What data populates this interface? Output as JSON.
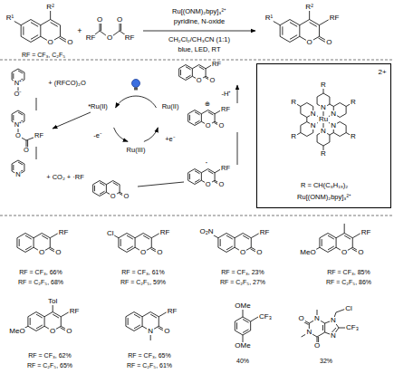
{
  "diagram": {
    "nodes": [
      {
        "text": [
          "2+",
          "R = CH(C₈H₁₉)₂",
          "Ru[(ONM)₂bpy]₃²⁺"
        ]
      }
    ],
    "labels": [
      "R¹",
      "R²",
      "O",
      "O",
      "RF = CF₃, C₂F₅",
      "+",
      "RF",
      "O",
      "O",
      "O",
      "RF",
      "Ru[(ONM)₂bpy]₃²⁺",
      "pyridine, N-oxide",
      "CH₂Cl₂/CH₃CN (1:1)",
      "blue, LED, RT",
      "R¹",
      "R²",
      "RF",
      "O",
      "O",
      "N⁺",
      "O⁻",
      "+ (RFCO)₂O",
      "N⁺",
      "O",
      "O",
      "RF",
      "N",
      "+ CO₂ + ·RF",
      "*Ru(II)",
      "Ru(II)",
      "Ru(III)",
      "-e⁻",
      "+e⁻",
      "-H⁺",
      "RF",
      "O",
      "O",
      "⊕",
      "RF",
      "O",
      "O",
      "·",
      "RF",
      "O",
      "O",
      "O",
      "O",
      "Ru",
      "N",
      "N",
      "N",
      "N",
      "N",
      "N",
      "R",
      "R",
      "R",
      "R",
      "R",
      "R",
      "RF",
      "O",
      "O",
      "RF = CF₃, 66%",
      "RF = C₂F₅, 68%",
      "Cl",
      "RF",
      "O",
      "O",
      "RF = CF₃, 61%",
      "RF = C₂F₅, 59%",
      "O₂N",
      "RF",
      "O",
      "O",
      "RF = CF₃, 23%",
      "RF = C₂F₅, 27%",
      "MeO",
      "RF",
      "O",
      "O",
      "RF = CF₃, 85%",
      "RF = C₂F₅, 86%",
      "Tol",
      "MeO",
      "RF",
      "O",
      "O",
      "RF = CF₃, 62%",
      "RF = C₂F₅, 65%",
      "N",
      "RF",
      "O",
      "RF = CF₃, 65%",
      "RF = C₂F₅, 61%",
      "OMe",
      "OMe",
      "CF₃",
      "40%",
      "N",
      "O",
      "N",
      "O",
      "N",
      "CF₃",
      "N",
      "Cl",
      "32%"
    ]
  }
}
